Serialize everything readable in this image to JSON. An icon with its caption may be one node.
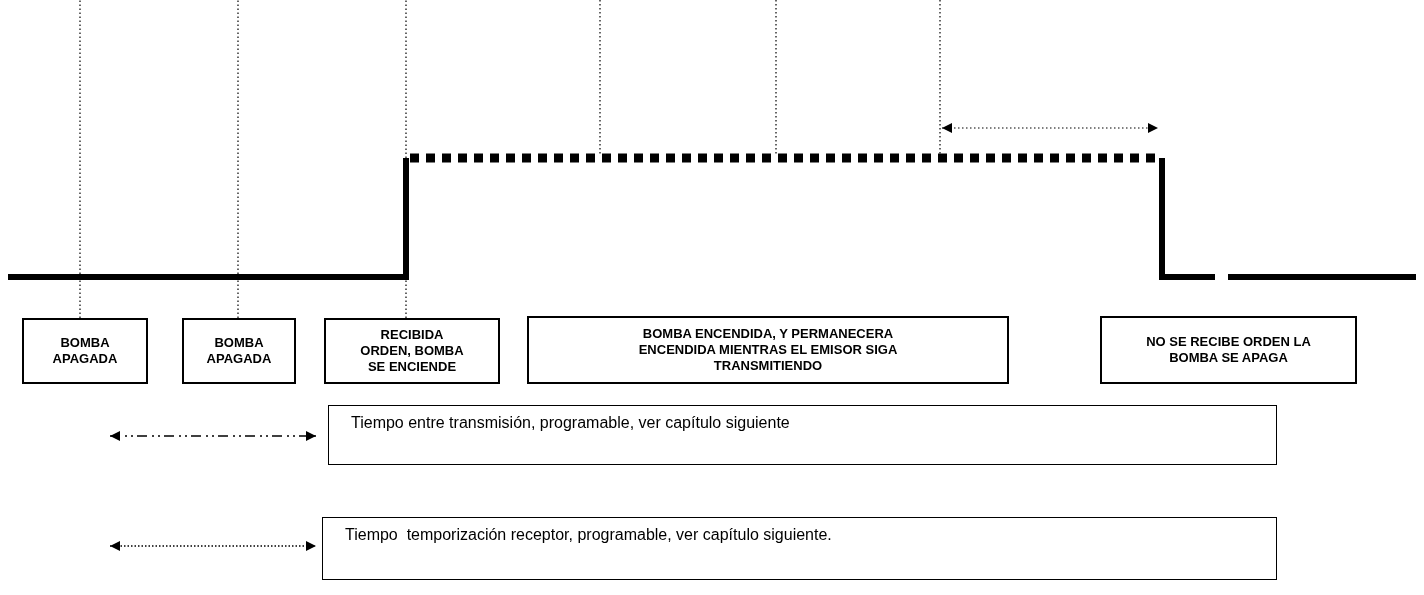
{
  "diagram": {
    "nodes": [
      {
        "text": [
          "BOMBA APAGADA"
        ]
      },
      {
        "text": [
          "BOMBA APAGADA"
        ]
      },
      {
        "text": [
          "RECIBIDA ORDEN, BOMBA SE ENCIENDE"
        ]
      },
      {
        "text": [
          "BOMBA ENCENDIDA, Y  PERMANECERA ENCENDIDA MIENTRAS EL EMISOR SIGA TRANSMITIENDO"
        ]
      },
      {
        "text": [
          "NO SE RECIBE ORDEN LA BOMBA SE APAGA"
        ]
      }
    ],
    "edges": [
      {
        "from": 0,
        "to": null,
        "arrow": "none",
        "style": "dashed"
      },
      {
        "from": 1,
        "to": null,
        "arrow": "none",
        "style": "dashed"
      },
      {
        "from": 2,
        "to": null,
        "arrow": "none",
        "style": "dashed"
      }
    ],
    "legend": [
      {
        "text": "Tiempo entre transmisión, programable, ver capítulo siguiente"
      },
      {
        "text": "Tiempo  temporización receptor, programable, ver capítulo siguiente."
      }
    ]
  }
}
